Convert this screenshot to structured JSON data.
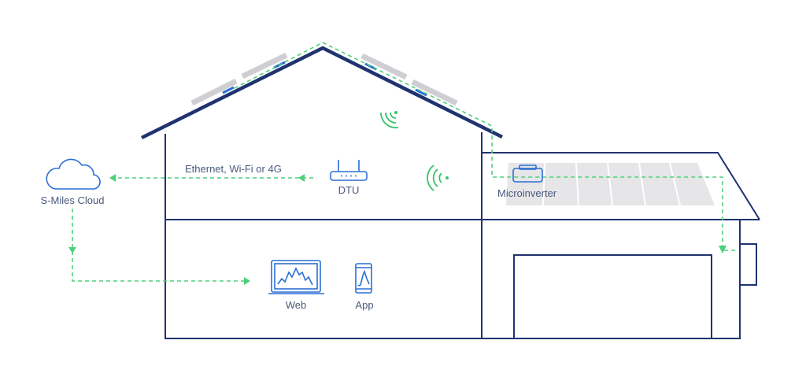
{
  "labels": {
    "cloud": "S-Miles Cloud",
    "connection": "Ethernet, Wi-Fi or 4G",
    "dtu": "DTU",
    "microinverter": "Microinverter",
    "web": "Web",
    "app": "App"
  },
  "colors": {
    "house_outline": "#1f3370",
    "data_flow": "#4cd07a",
    "device_icon": "#2b6fd6",
    "wireless_signal": "#35c46a",
    "solar_panel": "#d9d9dc"
  }
}
